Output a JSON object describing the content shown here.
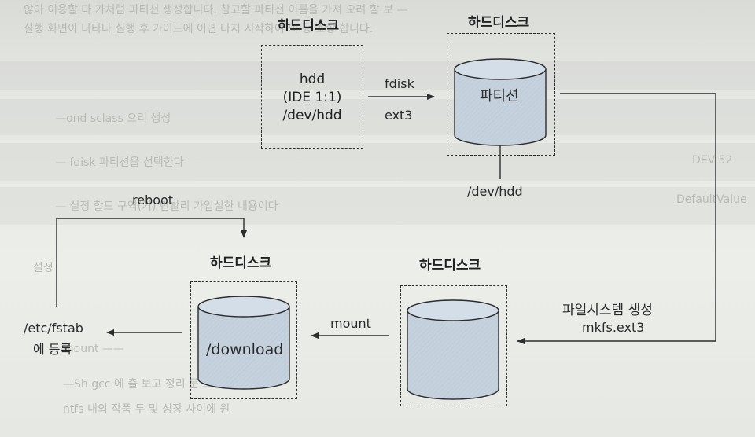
{
  "background_text": {
    "line1": "않아 이용할 다 가처럼 파티션 생성합니다. 참고할 파티션 이름을 가져 오려 할 보 —",
    "line2": "실행 화면이 나타나 실행 후 가이드에 이면 나지 시작하여 의 등 조항 합니다.",
    "row1": "—ond sclass 으리 생성",
    "row2": "— fdisk 파티션을 선택한다",
    "row3": "— 실정 할드 구역(기) 만발리 가입실한 내용이다",
    "side1": "DEV 52",
    "side2": "DefaultValue",
    "heading": "설정",
    "bottom1": "mount ——",
    "bottom2": "—Sh gcc 에 출 보고 정리 문 스탠 설",
    "footer": "ntfs 내외 작품 두 및 성장 사이에 원"
  },
  "nodes": {
    "hdd_top": {
      "title": "하드디스크",
      "lines": [
        "hdd",
        "(IDE 1:1)",
        "/dev/hdd"
      ]
    },
    "partition_top": {
      "title": "하드디스크",
      "cylinder_label": "파티션"
    },
    "disk_mid": {
      "title": "하드디스크"
    },
    "download_disk": {
      "title": "하드디스크",
      "cylinder_label": "/download"
    }
  },
  "edges": {
    "fdisk": {
      "label_top": "fdisk",
      "label_bottom": "ext3"
    },
    "dev_hdd": {
      "label": "/dev/hdd"
    },
    "mkfs": {
      "label_top": "파일시스템 생성",
      "label_bottom": "mkfs.ext3"
    },
    "mount": {
      "label": "mount"
    },
    "fstab": {
      "label_line1": "/etc/fstab",
      "label_line2": "에 등록"
    },
    "reboot": {
      "label": "reboot"
    }
  },
  "colors": {
    "cylinder_fill": "#c5d2de",
    "cylinder_stroke": "#2d2d2d",
    "line": "#2d2d2d"
  }
}
